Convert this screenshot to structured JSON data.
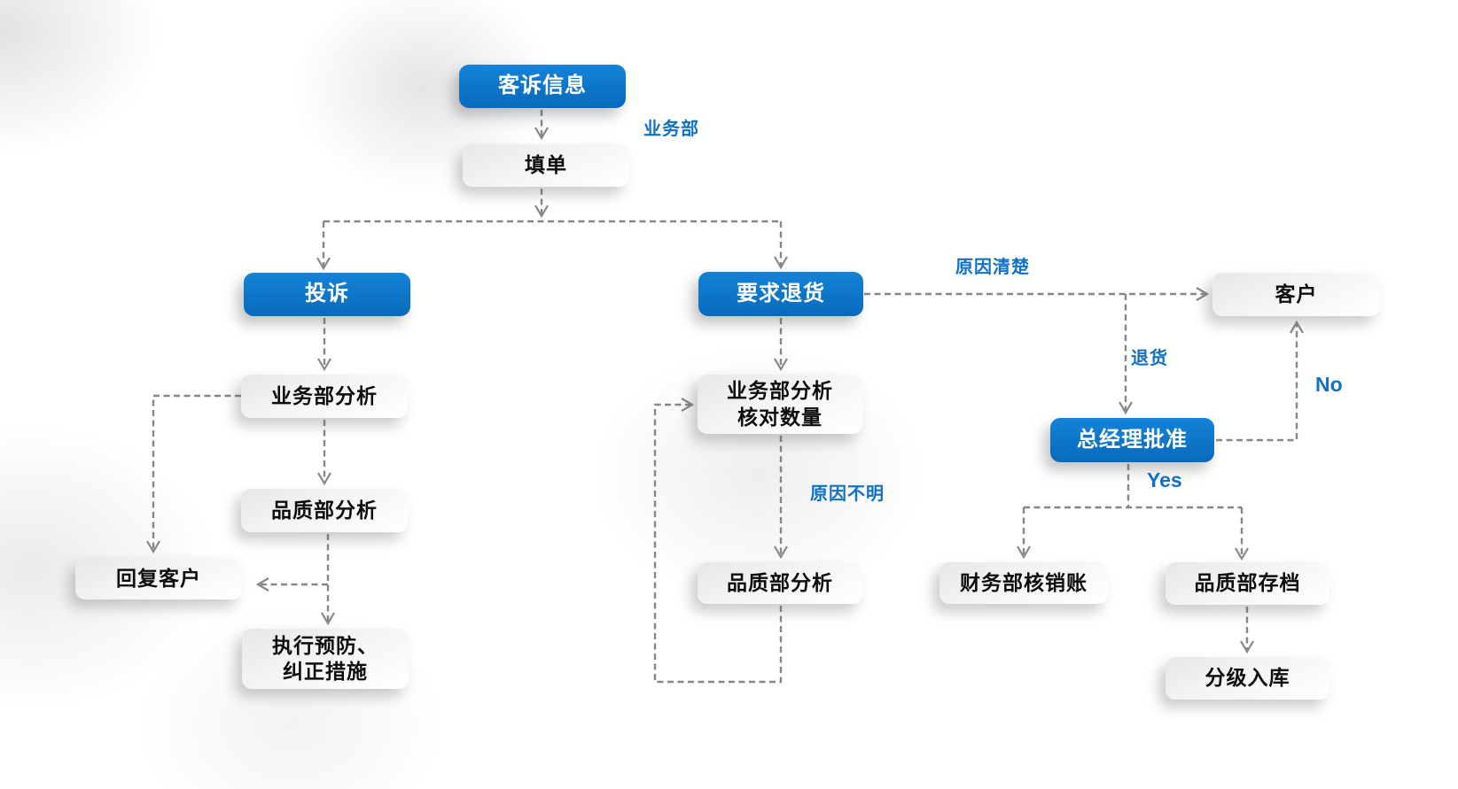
{
  "diagram": {
    "nodes": [
      {
        "id": "complaint-info",
        "label": "客诉信息",
        "type": "primary"
      },
      {
        "id": "fill-form",
        "label": "填单",
        "type": "secondary"
      },
      {
        "id": "complaint",
        "label": "投诉",
        "type": "primary"
      },
      {
        "id": "business-analysis",
        "label": "业务部分析",
        "type": "secondary"
      },
      {
        "id": "quality-analysis-left",
        "label": "品质部分析",
        "type": "secondary"
      },
      {
        "id": "reply-customer",
        "label": "回复客户",
        "type": "secondary"
      },
      {
        "id": "corrective-measures",
        "label": "执行预防、\n纠正措施",
        "type": "secondary"
      },
      {
        "id": "request-return",
        "label": "要求退货",
        "type": "primary"
      },
      {
        "id": "business-analysis-qty",
        "label": "业务部分析\n核对数量",
        "type": "secondary"
      },
      {
        "id": "quality-analysis-right",
        "label": "品质部分析",
        "type": "secondary"
      },
      {
        "id": "customer",
        "label": "客户",
        "type": "secondary"
      },
      {
        "id": "gm-approval",
        "label": "总经理批准",
        "type": "primary"
      },
      {
        "id": "finance-writeoff",
        "label": "财务部核销账",
        "type": "secondary"
      },
      {
        "id": "quality-archive",
        "label": "品质部存档",
        "type": "secondary"
      },
      {
        "id": "graded-storage",
        "label": "分级入库",
        "type": "secondary"
      }
    ],
    "edge_labels": [
      {
        "id": "business-dept",
        "text": "业务部"
      },
      {
        "id": "reason-clear",
        "text": "原因清楚"
      },
      {
        "id": "return-goods",
        "text": "退货"
      },
      {
        "id": "no",
        "text": "No"
      },
      {
        "id": "yes",
        "text": "Yes"
      },
      {
        "id": "reason-unknown",
        "text": "原因不明"
      }
    ],
    "colors": {
      "primary_box": "#0d75c7",
      "secondary_box": "#f2f2f2",
      "edge_label": "#1071c5",
      "connector": "#878787"
    }
  }
}
